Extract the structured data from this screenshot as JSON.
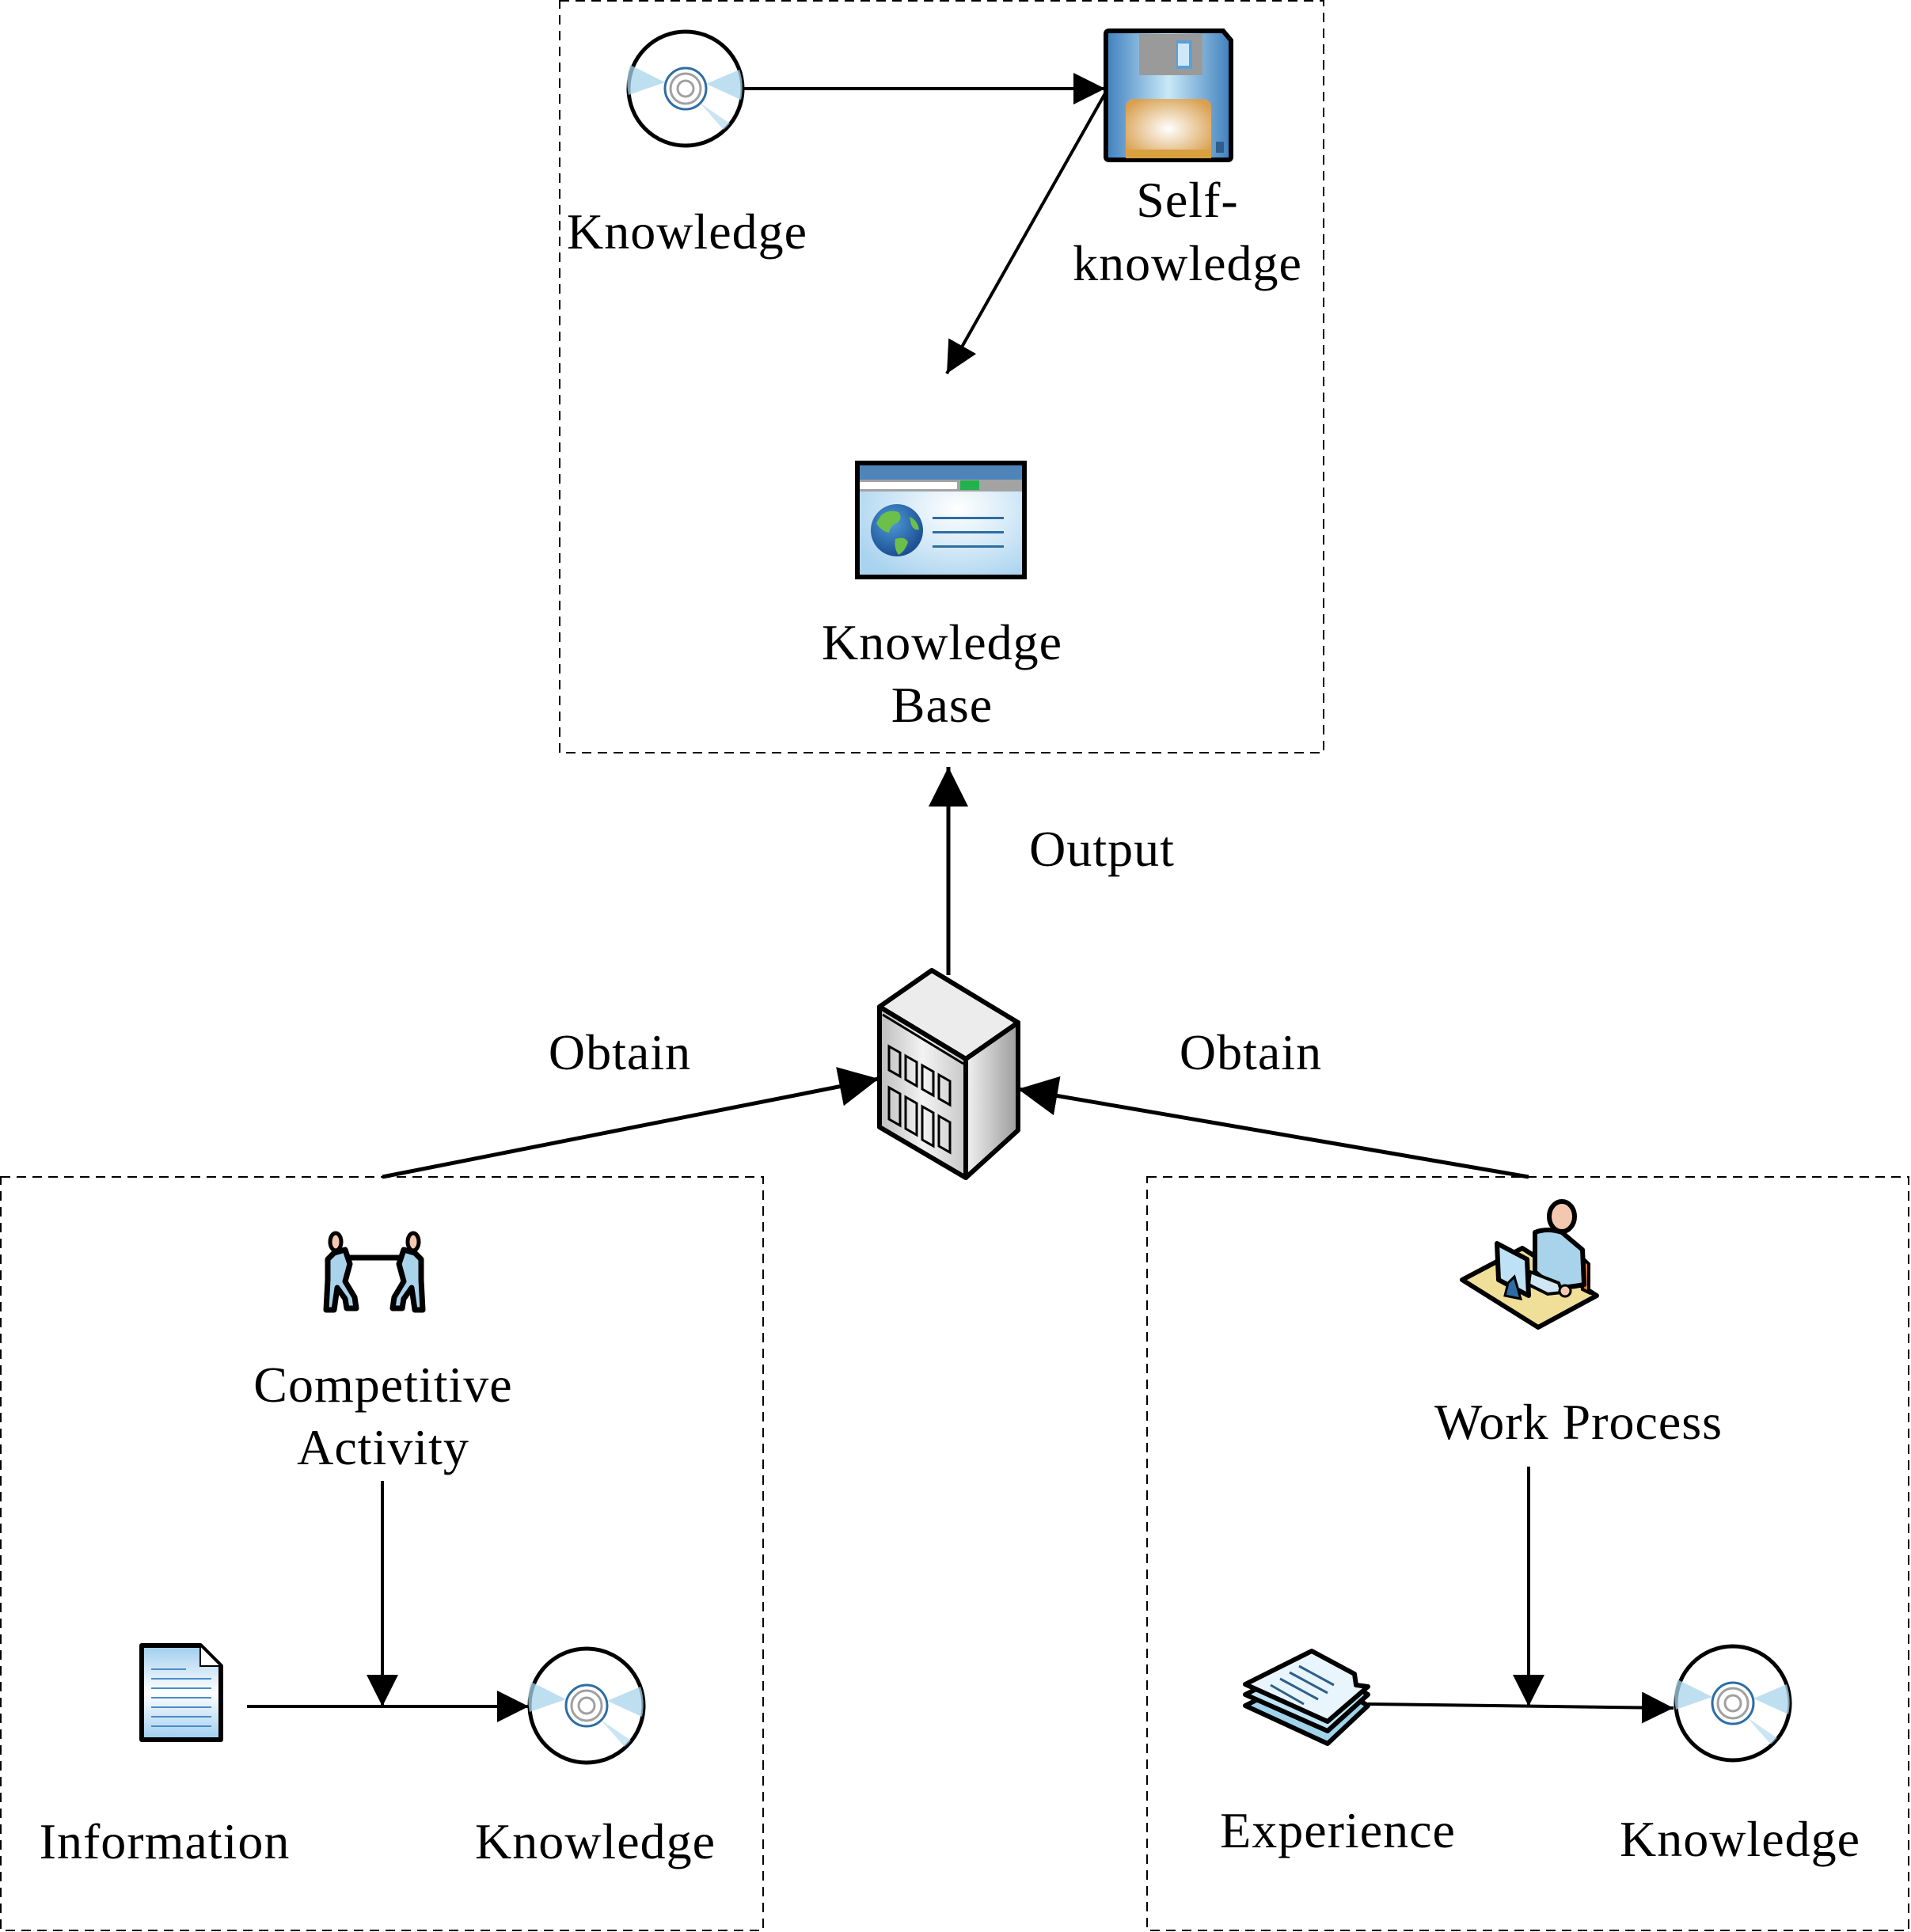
{
  "diagram": {
    "groups": [
      {
        "id": "top",
        "nodes": [
          {
            "id": "knowledge-top",
            "label": "Knowledge",
            "icon": "disc-icon"
          },
          {
            "id": "self-knowledge",
            "label_lines": [
              "Self-",
              "knowledge"
            ],
            "icon": "floppy-disk-icon"
          },
          {
            "id": "knowledge-base",
            "label_lines": [
              "Knowledge",
              "Base"
            ],
            "icon": "browser-window-icon"
          }
        ],
        "edges": [
          {
            "from": "knowledge-top",
            "to": "self-knowledge"
          },
          {
            "from": "self-knowledge",
            "to": "knowledge-base"
          }
        ]
      },
      {
        "id": "left",
        "nodes": [
          {
            "id": "competitive-activity",
            "label_lines": [
              "Competitive",
              "Activity"
            ],
            "icon": "tug-of-war-icon"
          },
          {
            "id": "information",
            "label": "Information",
            "icon": "document-icon"
          },
          {
            "id": "knowledge-left",
            "label": "Knowledge",
            "icon": "disc-icon"
          }
        ],
        "edges": [
          {
            "from": "information",
            "to": "knowledge-left"
          },
          {
            "from": "competitive-activity",
            "to": "information-knowledge-edge"
          }
        ]
      },
      {
        "id": "right",
        "nodes": [
          {
            "id": "work-process",
            "label": "Work Process",
            "icon": "worker-at-computer-icon"
          },
          {
            "id": "experience",
            "label": "Experience",
            "icon": "document-stack-icon"
          },
          {
            "id": "knowledge-right",
            "label": "Knowledge",
            "icon": "disc-icon"
          }
        ],
        "edges": [
          {
            "from": "experience",
            "to": "knowledge-right"
          },
          {
            "from": "work-process",
            "to": "experience-knowledge-edge"
          }
        ]
      }
    ],
    "center": {
      "id": "organization",
      "icon": "office-building-icon"
    },
    "connectors": [
      {
        "from": "left",
        "to": "organization",
        "label": "Obtain"
      },
      {
        "from": "right",
        "to": "organization",
        "label": "Obtain"
      },
      {
        "from": "organization",
        "to": "top",
        "label": "Output"
      }
    ]
  },
  "labels": {
    "knowledge_top": "Knowledge",
    "self_1": "Self-",
    "self_2": "knowledge",
    "kb_1": "Knowledge",
    "kb_2": "Base",
    "output": "Output",
    "obtain_left": "Obtain",
    "obtain_right": "Obtain",
    "competitive_1": "Competitive",
    "competitive_2": "Activity",
    "information": "Information",
    "knowledge_left": "Knowledge",
    "work_process": "Work Process",
    "experience": "Experience",
    "knowledge_right": "Knowledge"
  },
  "colors": {
    "line": "#000000",
    "disc_ray": "#a8d4ea",
    "disc_hub": "#2e6da4",
    "floppy_blue": "#4a8cc8",
    "floppy_label": "#d9a050",
    "browser_bar": "#4f84b8",
    "browser_body": "#cfe6f7",
    "globe_blue": "#2a6bb5",
    "globe_green": "#6cc04a",
    "person_blue": "#a9d3ea",
    "skin": "#f4c8b0",
    "desk": "#efdf98",
    "paper_blue": "#c6e2f5"
  }
}
